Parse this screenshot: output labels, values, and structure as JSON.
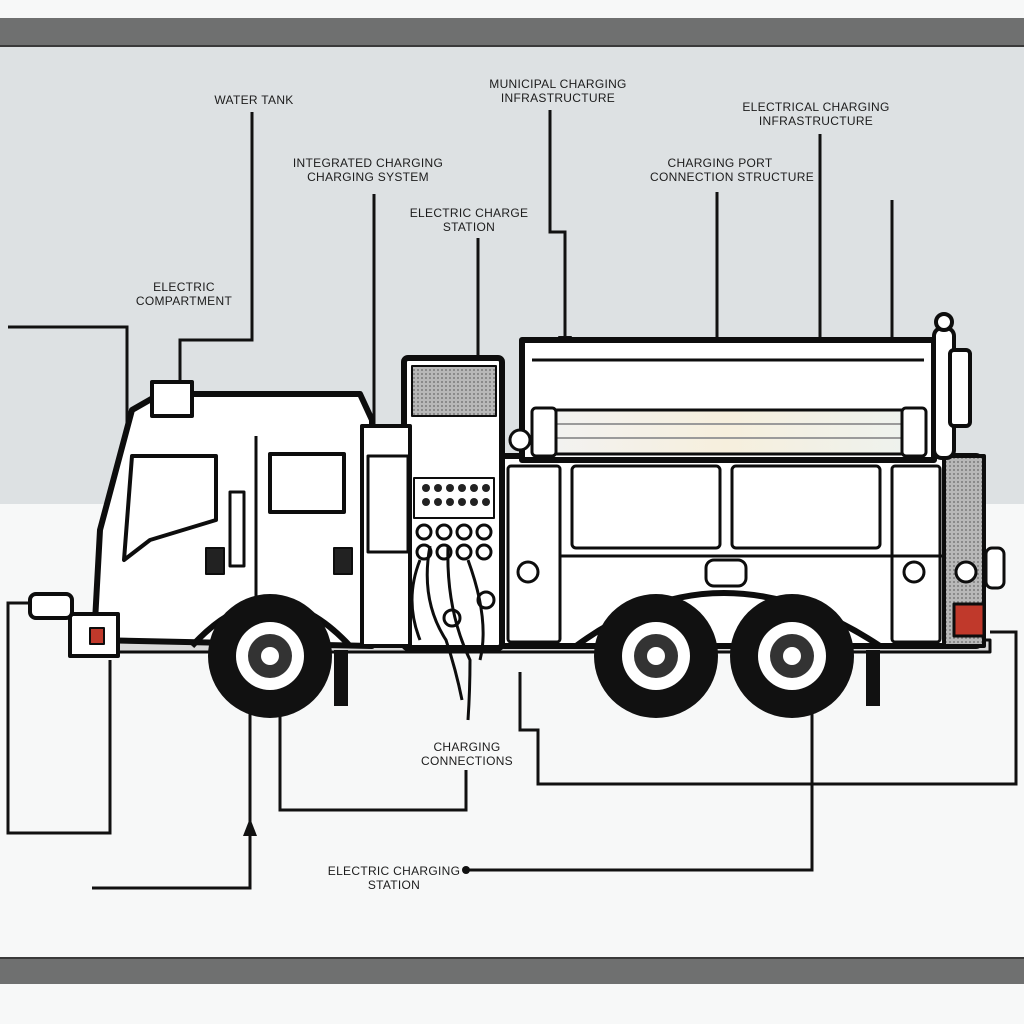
{
  "labels": {
    "water_tank": {
      "line1": "WATER TANK",
      "line2": ""
    },
    "municipal_charging": {
      "line1": "MUNICIPAL CHARGING",
      "line2": "INFRASTRUCTURE"
    },
    "electrical_charging_infra": {
      "line1": "ELECTRICAL CHARGING",
      "line2": "INFRASTRUCTURE"
    },
    "integrated_charging": {
      "line1": "INTEGRATED CHARGING",
      "line2": "CHARGING SYSTEM"
    },
    "charging_port": {
      "line1": "CHARGING PORT",
      "line2": "CONNECTION STRUCTURE"
    },
    "electric_charge": {
      "line1": "ELECTRIC CHARGE",
      "line2": "STATION"
    },
    "electric_compartment": {
      "line1": "ELECTRIC",
      "line2": "COMPARTMENT"
    },
    "charging_connections": {
      "line1": "CHARGING",
      "line2": "CONNECTIONS"
    },
    "electric_charging_station": {
      "line1": "ELECTRIC CHARGING",
      "line2": "STATION"
    }
  },
  "colors": {
    "frame_band": "#6f7070",
    "sky": "#dde1e3",
    "ground": "#f7f8f8",
    "truck_body": "#ffffff",
    "outline": "#0d0d0d",
    "tail_light": "#c0392b"
  },
  "icons": {
    "leader_arrow": "arrowhead",
    "wheel": "wheel-hub",
    "hose_reel": "hose-reel"
  }
}
